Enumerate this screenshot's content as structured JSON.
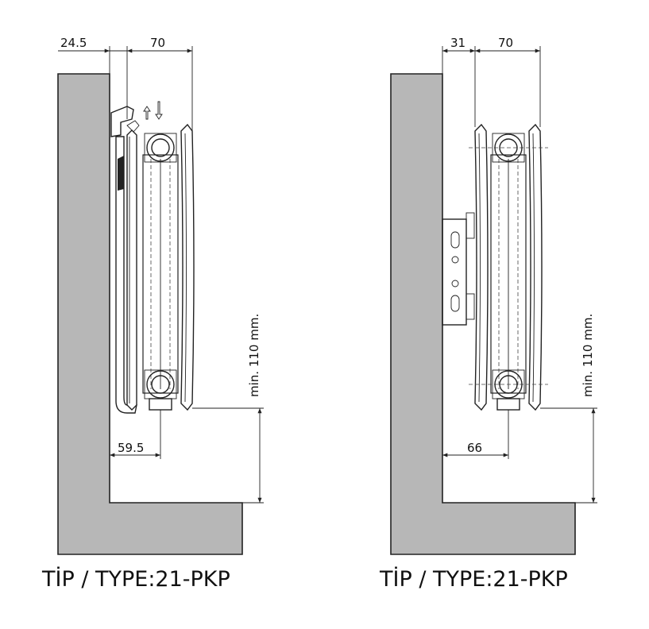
{
  "colors": {
    "wall": "#b7b7b7",
    "line": "#222222"
  },
  "left": {
    "dim_top_wall_gap": "24.5",
    "dim_top_depth": "70",
    "dim_bottom_pipe": "59.5",
    "dim_vertical": "min. 110 mm.",
    "caption": "TİP / TYPE:21-PKP"
  },
  "right": {
    "dim_top_wall_gap": "31",
    "dim_top_depth": "70",
    "dim_bottom_pipe": "66",
    "dim_vertical": "min. 110 mm.",
    "caption": "TİP / TYPE:21-PKP"
  }
}
